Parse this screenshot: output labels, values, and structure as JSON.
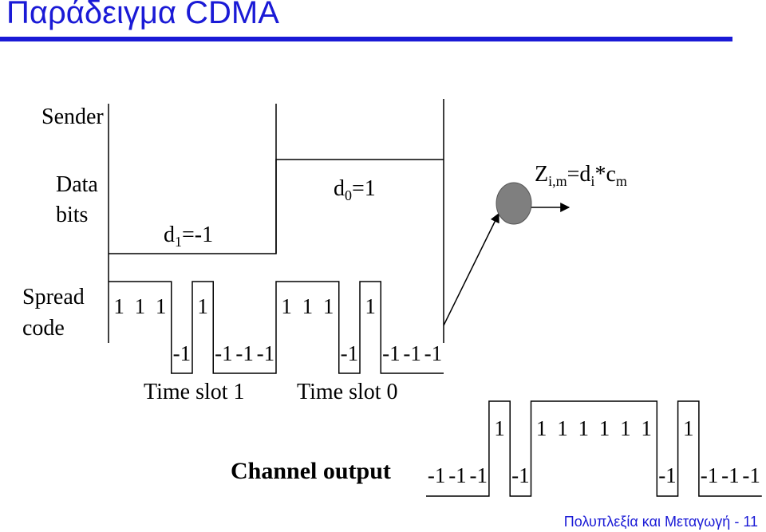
{
  "header": {
    "title": "Παράδειγμα CDMA"
  },
  "footer": {
    "text": "Πολυπλεξία και Μεταγωγή - 11"
  },
  "colors": {
    "accent": "#1a1ad6",
    "node": "#7f7f7f"
  },
  "labels": {
    "sender": "Sender",
    "data_bits_1": "Data",
    "data_bits_2": "bits",
    "spread_code_1": "Spread",
    "spread_code_2": "code",
    "time_slot_1": "Time slot 1",
    "time_slot_0": "Time slot 0",
    "channel_output": "Channel output"
  },
  "data_bits": {
    "d1": {
      "d": "d",
      "sub": "1",
      "rest": "=-1"
    },
    "d0": {
      "d": "d",
      "sub": "0",
      "rest": "=1"
    }
  },
  "formula": {
    "Z": "Z",
    "sub1": "i,m",
    "eq": "=d",
    "sub2": "i",
    "mul": "*c",
    "sub3": "m"
  },
  "spread_code": {
    "slot1": [
      1,
      1,
      1,
      -1,
      1,
      -1,
      -1,
      -1
    ],
    "slot0": [
      1,
      1,
      1,
      -1,
      1,
      -1,
      -1,
      -1
    ]
  },
  "channel_output": [
    -1,
    -1,
    -1,
    1,
    -1,
    1,
    1,
    1,
    1,
    1,
    1,
    -1,
    1,
    -1,
    -1,
    -1
  ]
}
